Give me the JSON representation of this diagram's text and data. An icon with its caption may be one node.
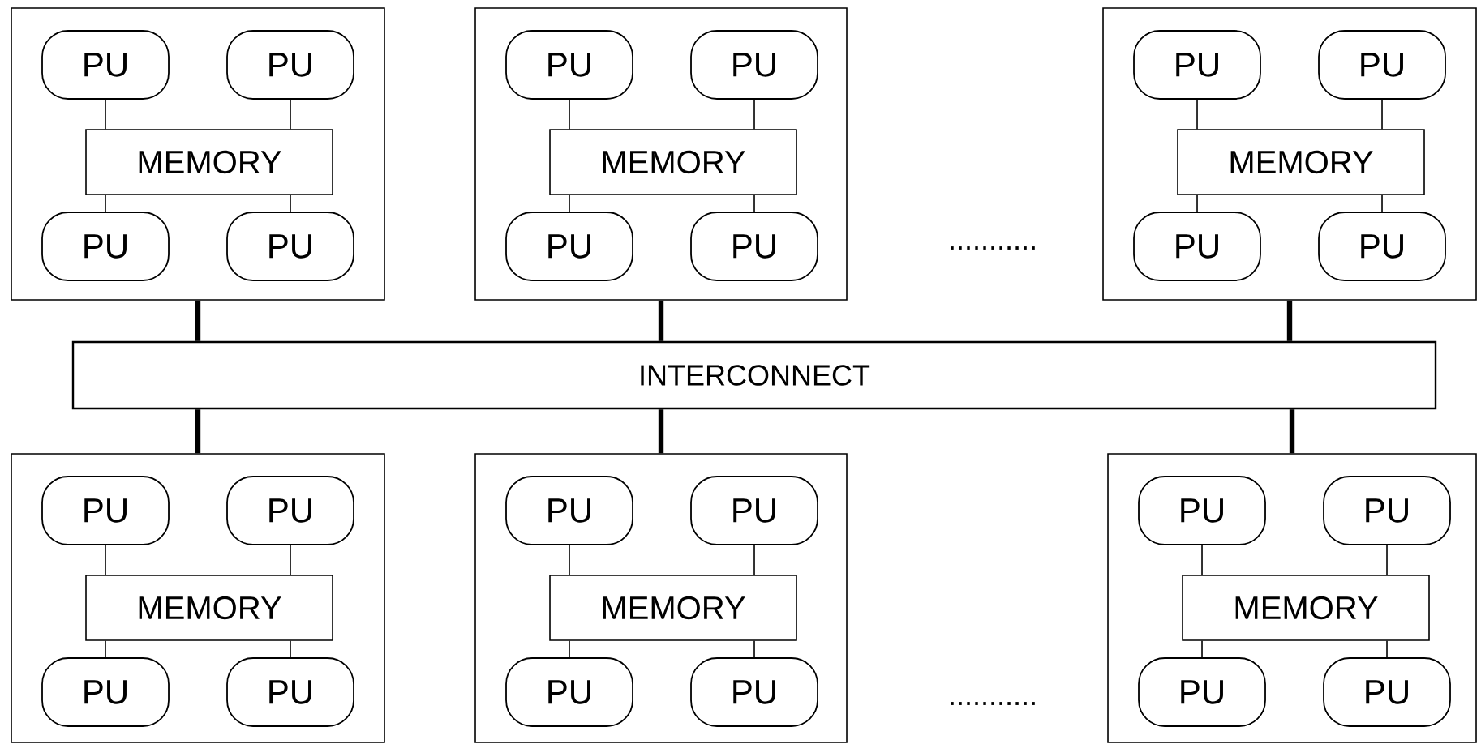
{
  "diagram": {
    "nodes": [
      {
        "text": [],
        "shape": "box"
      },
      {
        "text": [
          "PU"
        ],
        "in": 0
      },
      {
        "text": [
          "PU"
        ],
        "in": 0
      },
      {
        "text": [
          "MEMORY"
        ],
        "in": 0
      },
      {
        "text": [
          "PU"
        ],
        "in": 0
      },
      {
        "text": [
          "PU"
        ],
        "in": 0
      },
      {
        "text": [],
        "shape": "box"
      },
      {
        "text": [
          "PU"
        ],
        "in": 6
      },
      {
        "text": [
          "PU"
        ],
        "in": 6
      },
      {
        "text": [
          "MEMORY"
        ],
        "in": 6
      },
      {
        "text": [
          "PU"
        ],
        "in": 6
      },
      {
        "text": [
          "PU"
        ],
        "in": 6
      },
      {
        "text": [],
        "shape": "box"
      },
      {
        "text": [
          "PU"
        ],
        "in": 12
      },
      {
        "text": [
          "PU"
        ],
        "in": 12
      },
      {
        "text": [
          "MEMORY"
        ],
        "in": 12
      },
      {
        "text": [
          "PU"
        ],
        "in": 12
      },
      {
        "text": [
          "PU"
        ],
        "in": 12
      },
      {
        "text": [
          "INTERCONNECT"
        ]
      },
      {
        "text": [],
        "shape": "box"
      },
      {
        "text": [
          "PU"
        ],
        "in": 19
      },
      {
        "text": [
          "PU"
        ],
        "in": 19
      },
      {
        "text": [
          "MEMORY"
        ],
        "in": 19
      },
      {
        "text": [
          "PU"
        ],
        "in": 19
      },
      {
        "text": [
          "PU"
        ],
        "in": 19
      },
      {
        "text": [],
        "shape": "box"
      },
      {
        "text": [
          "PU"
        ],
        "in": 25
      },
      {
        "text": [
          "PU"
        ],
        "in": 25
      },
      {
        "text": [
          "MEMORY"
        ],
        "in": 25
      },
      {
        "text": [
          "PU"
        ],
        "in": 25
      },
      {
        "text": [
          "PU"
        ],
        "in": 25
      },
      {
        "text": [],
        "shape": "box"
      },
      {
        "text": [
          "PU"
        ],
        "in": 31
      },
      {
        "text": [
          "PU"
        ],
        "in": 31
      },
      {
        "text": [
          "MEMORY"
        ],
        "in": 31
      },
      {
        "text": [
          "PU"
        ],
        "in": 31
      },
      {
        "text": [
          "PU"
        ],
        "in": 31
      }
    ],
    "edges": [
      {
        "from": 1,
        "to": 3,
        "arrow": "none"
      },
      {
        "from": 2,
        "to": 3,
        "arrow": "none"
      },
      {
        "from": 4,
        "to": 3,
        "arrow": "none"
      },
      {
        "from": 5,
        "to": 3,
        "arrow": "none"
      },
      {
        "from": 7,
        "to": 9,
        "arrow": "none"
      },
      {
        "from": 8,
        "to": 9,
        "arrow": "none"
      },
      {
        "from": 10,
        "to": 9,
        "arrow": "none"
      },
      {
        "from": 11,
        "to": 9,
        "arrow": "none"
      },
      {
        "from": 13,
        "to": 15,
        "arrow": "none"
      },
      {
        "from": 14,
        "to": 15,
        "arrow": "none"
      },
      {
        "from": 16,
        "to": 15,
        "arrow": "none"
      },
      {
        "from": 17,
        "to": 15,
        "arrow": "none"
      },
      {
        "from": 20,
        "to": 22,
        "arrow": "none"
      },
      {
        "from": 21,
        "to": 22,
        "arrow": "none"
      },
      {
        "from": 23,
        "to": 22,
        "arrow": "none"
      },
      {
        "from": 24,
        "to": 22,
        "arrow": "none"
      },
      {
        "from": 26,
        "to": 28,
        "arrow": "none"
      },
      {
        "from": 27,
        "to": 28,
        "arrow": "none"
      },
      {
        "from": 29,
        "to": 28,
        "arrow": "none"
      },
      {
        "from": 30,
        "to": 28,
        "arrow": "none"
      },
      {
        "from": 32,
        "to": 34,
        "arrow": "none"
      },
      {
        "from": 33,
        "to": 34,
        "arrow": "none"
      },
      {
        "from": 35,
        "to": 34,
        "arrow": "none"
      },
      {
        "from": 36,
        "to": 34,
        "arrow": "none"
      },
      {
        "from": 0,
        "to": 18,
        "arrow": "none",
        "style": "thick"
      },
      {
        "from": 6,
        "to": 18,
        "arrow": "none",
        "style": "thick"
      },
      {
        "from": 12,
        "to": 18,
        "arrow": "none",
        "style": "thick"
      },
      {
        "from": 19,
        "to": 18,
        "arrow": "none",
        "style": "thick"
      },
      {
        "from": 25,
        "to": 18,
        "arrow": "none",
        "style": "thick"
      },
      {
        "from": 31,
        "to": 18,
        "arrow": "none",
        "style": "thick"
      }
    ],
    "labels": [
      "...........",
      "..........."
    ]
  }
}
